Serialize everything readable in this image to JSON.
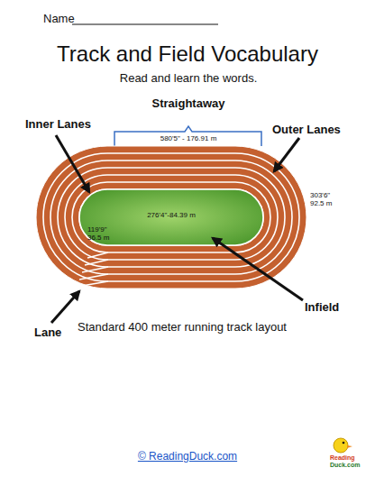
{
  "diagram": {
    "title": "Track and Field Vocabulary",
    "caption": "Standard 400 meter running track layout",
    "labels": [
      "Name",
      "Read and learn the words.",
      "Straightaway",
      "580'5\" - 176.91 m",
      "Inner Lanes",
      "Outer Lanes",
      "303'6\" 92.5 m",
      "276'4\"-84.39 m",
      "119'9\" 36.5 m",
      "Infield",
      "Lane",
      "Reading",
      "Duck.com",
      "© ReadingDuck.com"
    ]
  }
}
